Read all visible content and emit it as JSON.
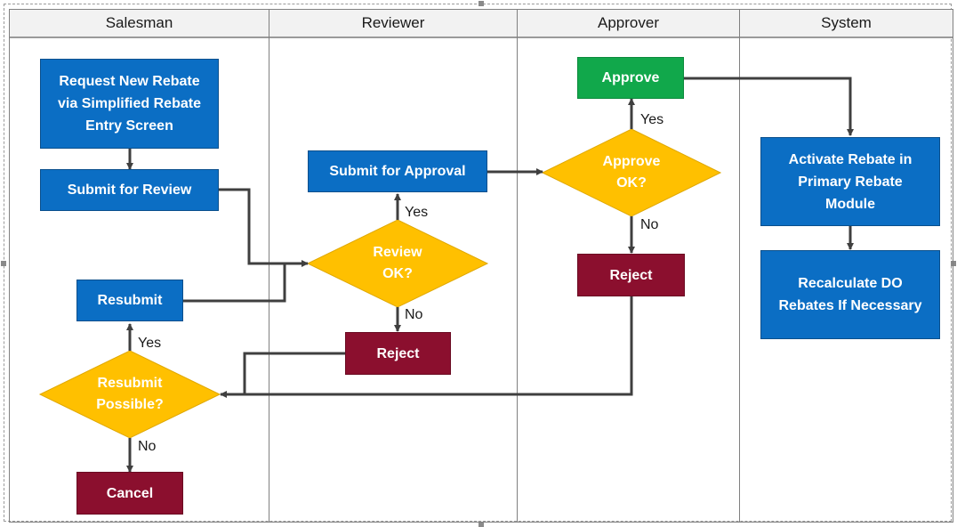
{
  "lanes": [
    "Salesman",
    "Reviewer",
    "Approver",
    "System"
  ],
  "nodes": {
    "request_new_rebate": "Request New Rebate\nvia Simplified Rebate\nEntry Screen",
    "submit_for_review": "Submit for Review",
    "resubmit": "Resubmit",
    "resubmit_possible": "Resubmit\nPossible?",
    "cancel": "Cancel",
    "submit_for_approval": "Submit for Approval",
    "review_ok": "Review\nOK?",
    "reviewer_reject": "Reject",
    "approve": "Approve",
    "approve_ok": "Approve\nOK?",
    "approver_reject": "Reject",
    "activate_rebate": "Activate Rebate in\nPrimary Rebate\nModule",
    "recalculate_do": "Recalculate DO\nRebates If Necessary"
  },
  "edge_labels": {
    "review_yes": "Yes",
    "review_no": "No",
    "approve_yes": "Yes",
    "approve_no": "No",
    "resubmit_yes": "Yes",
    "resubmit_no": "No"
  },
  "colors": {
    "process": "#0b6ec4",
    "approve": "#11a84b",
    "reject": "#8b0f2e",
    "decision": "#ffc000",
    "connector": "#3f3f3f",
    "lane_header": "#f2f2f2"
  }
}
